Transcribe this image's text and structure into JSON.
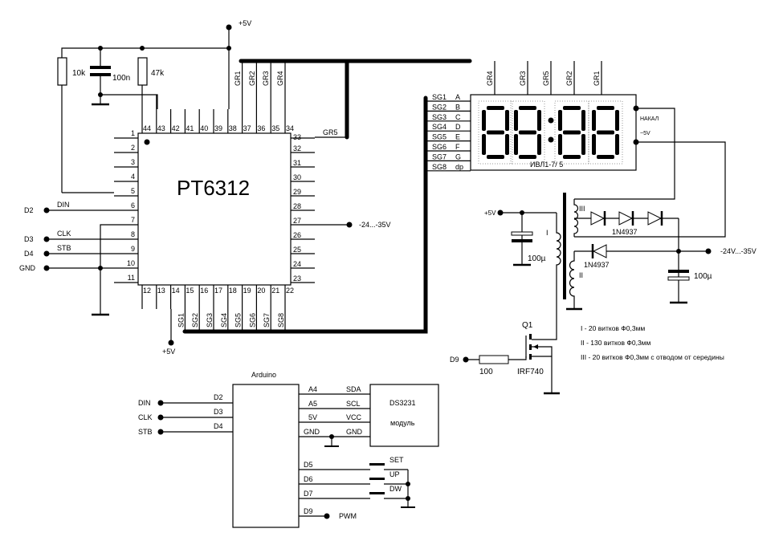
{
  "chip": {
    "name": "PT6312",
    "left_pins": [
      "1",
      "2",
      "3",
      "4",
      "5",
      "6",
      "7",
      "8",
      "9",
      "10",
      "11"
    ],
    "right_pins": [
      "33",
      "32",
      "31",
      "30",
      "29",
      "28",
      "27",
      "26",
      "25",
      "24",
      "23"
    ],
    "top_pins": [
      "44",
      "43",
      "42",
      "41",
      "40",
      "39",
      "38",
      "37",
      "36",
      "35",
      "34"
    ],
    "bottom_pins": [
      "12",
      "13",
      "14",
      "15",
      "16",
      "17",
      "18",
      "19",
      "20",
      "21",
      "22"
    ],
    "grid_labels": [
      "GR1",
      "GR2",
      "GR3",
      "GR4"
    ],
    "gr5_label": "GR5",
    "seg_labels": [
      "SG1",
      "SG2",
      "SG3",
      "SG4",
      "SG5",
      "SG6",
      "SG7",
      "SG8"
    ],
    "signals": {
      "din": "DIN",
      "clk": "CLK",
      "stb": "STB"
    },
    "ports": {
      "d2": "D2",
      "d3": "D3",
      "d4": "D4",
      "gnd": "GND"
    },
    "vneg_label": "-24...-35V",
    "vcc_top": "+5V",
    "vcc_bottom": "+5V"
  },
  "passives": {
    "r1": "10k",
    "c1": "100n",
    "r2": "47k"
  },
  "display": {
    "name": "ИВЛ1-7/ 5",
    "segment_rows": [
      {
        "sg": "SG1",
        "seg": "A"
      },
      {
        "sg": "SG2",
        "seg": "B"
      },
      {
        "sg": "SG3",
        "seg": "C"
      },
      {
        "sg": "SG4",
        "seg": "D"
      },
      {
        "sg": "SG5",
        "seg": "E"
      },
      {
        "sg": "SG6",
        "seg": "F"
      },
      {
        "sg": "SG7",
        "seg": "G"
      },
      {
        "sg": "SG8",
        "seg": "dp"
      }
    ],
    "grid_labels": [
      "GR4",
      "GR3",
      "GR5",
      "GR2",
      "GR1"
    ],
    "heater_label": "НАКАЛ",
    "heater_voltage": "~5V"
  },
  "converter": {
    "vin": "+5V",
    "c_in": "100µ",
    "c_out": "100µ",
    "winding_labels": [
      "I",
      "II",
      "III"
    ],
    "diode": "1N4937",
    "diode2": "1N4937",
    "vout": "-24V...-35V",
    "q_name": "Q1",
    "q_part": "IRF740",
    "r_gate": "100",
    "gate_port": "D9",
    "notes": [
      "I - 20 витков Ф0,3мм",
      "II - 130 витков Ф0,3мм",
      "III - 20 витков Ф0,3мм с отводом от середины"
    ]
  },
  "arduino": {
    "title": "Arduino",
    "inputs": [
      {
        "net": "DIN",
        "pin": "D2"
      },
      {
        "net": "CLK",
        "pin": "D3"
      },
      {
        "net": "STB",
        "pin": "D4"
      }
    ],
    "rtc_pins": [
      {
        "pin": "A4",
        "rtc": "SDA"
      },
      {
        "pin": "A5",
        "rtc": "SCL"
      },
      {
        "pin": "5V",
        "rtc": "VCC"
      },
      {
        "pin": "GND",
        "rtc": "GND"
      }
    ],
    "rtc_name": "DS3231",
    "rtc_sub": "модуль",
    "buttons": [
      {
        "pin": "D5",
        "label": "SET"
      },
      {
        "pin": "D6",
        "label": "UP"
      },
      {
        "pin": "D7",
        "label": "DW"
      }
    ],
    "pwm_pin": "D9",
    "pwm_label": "PWM"
  }
}
